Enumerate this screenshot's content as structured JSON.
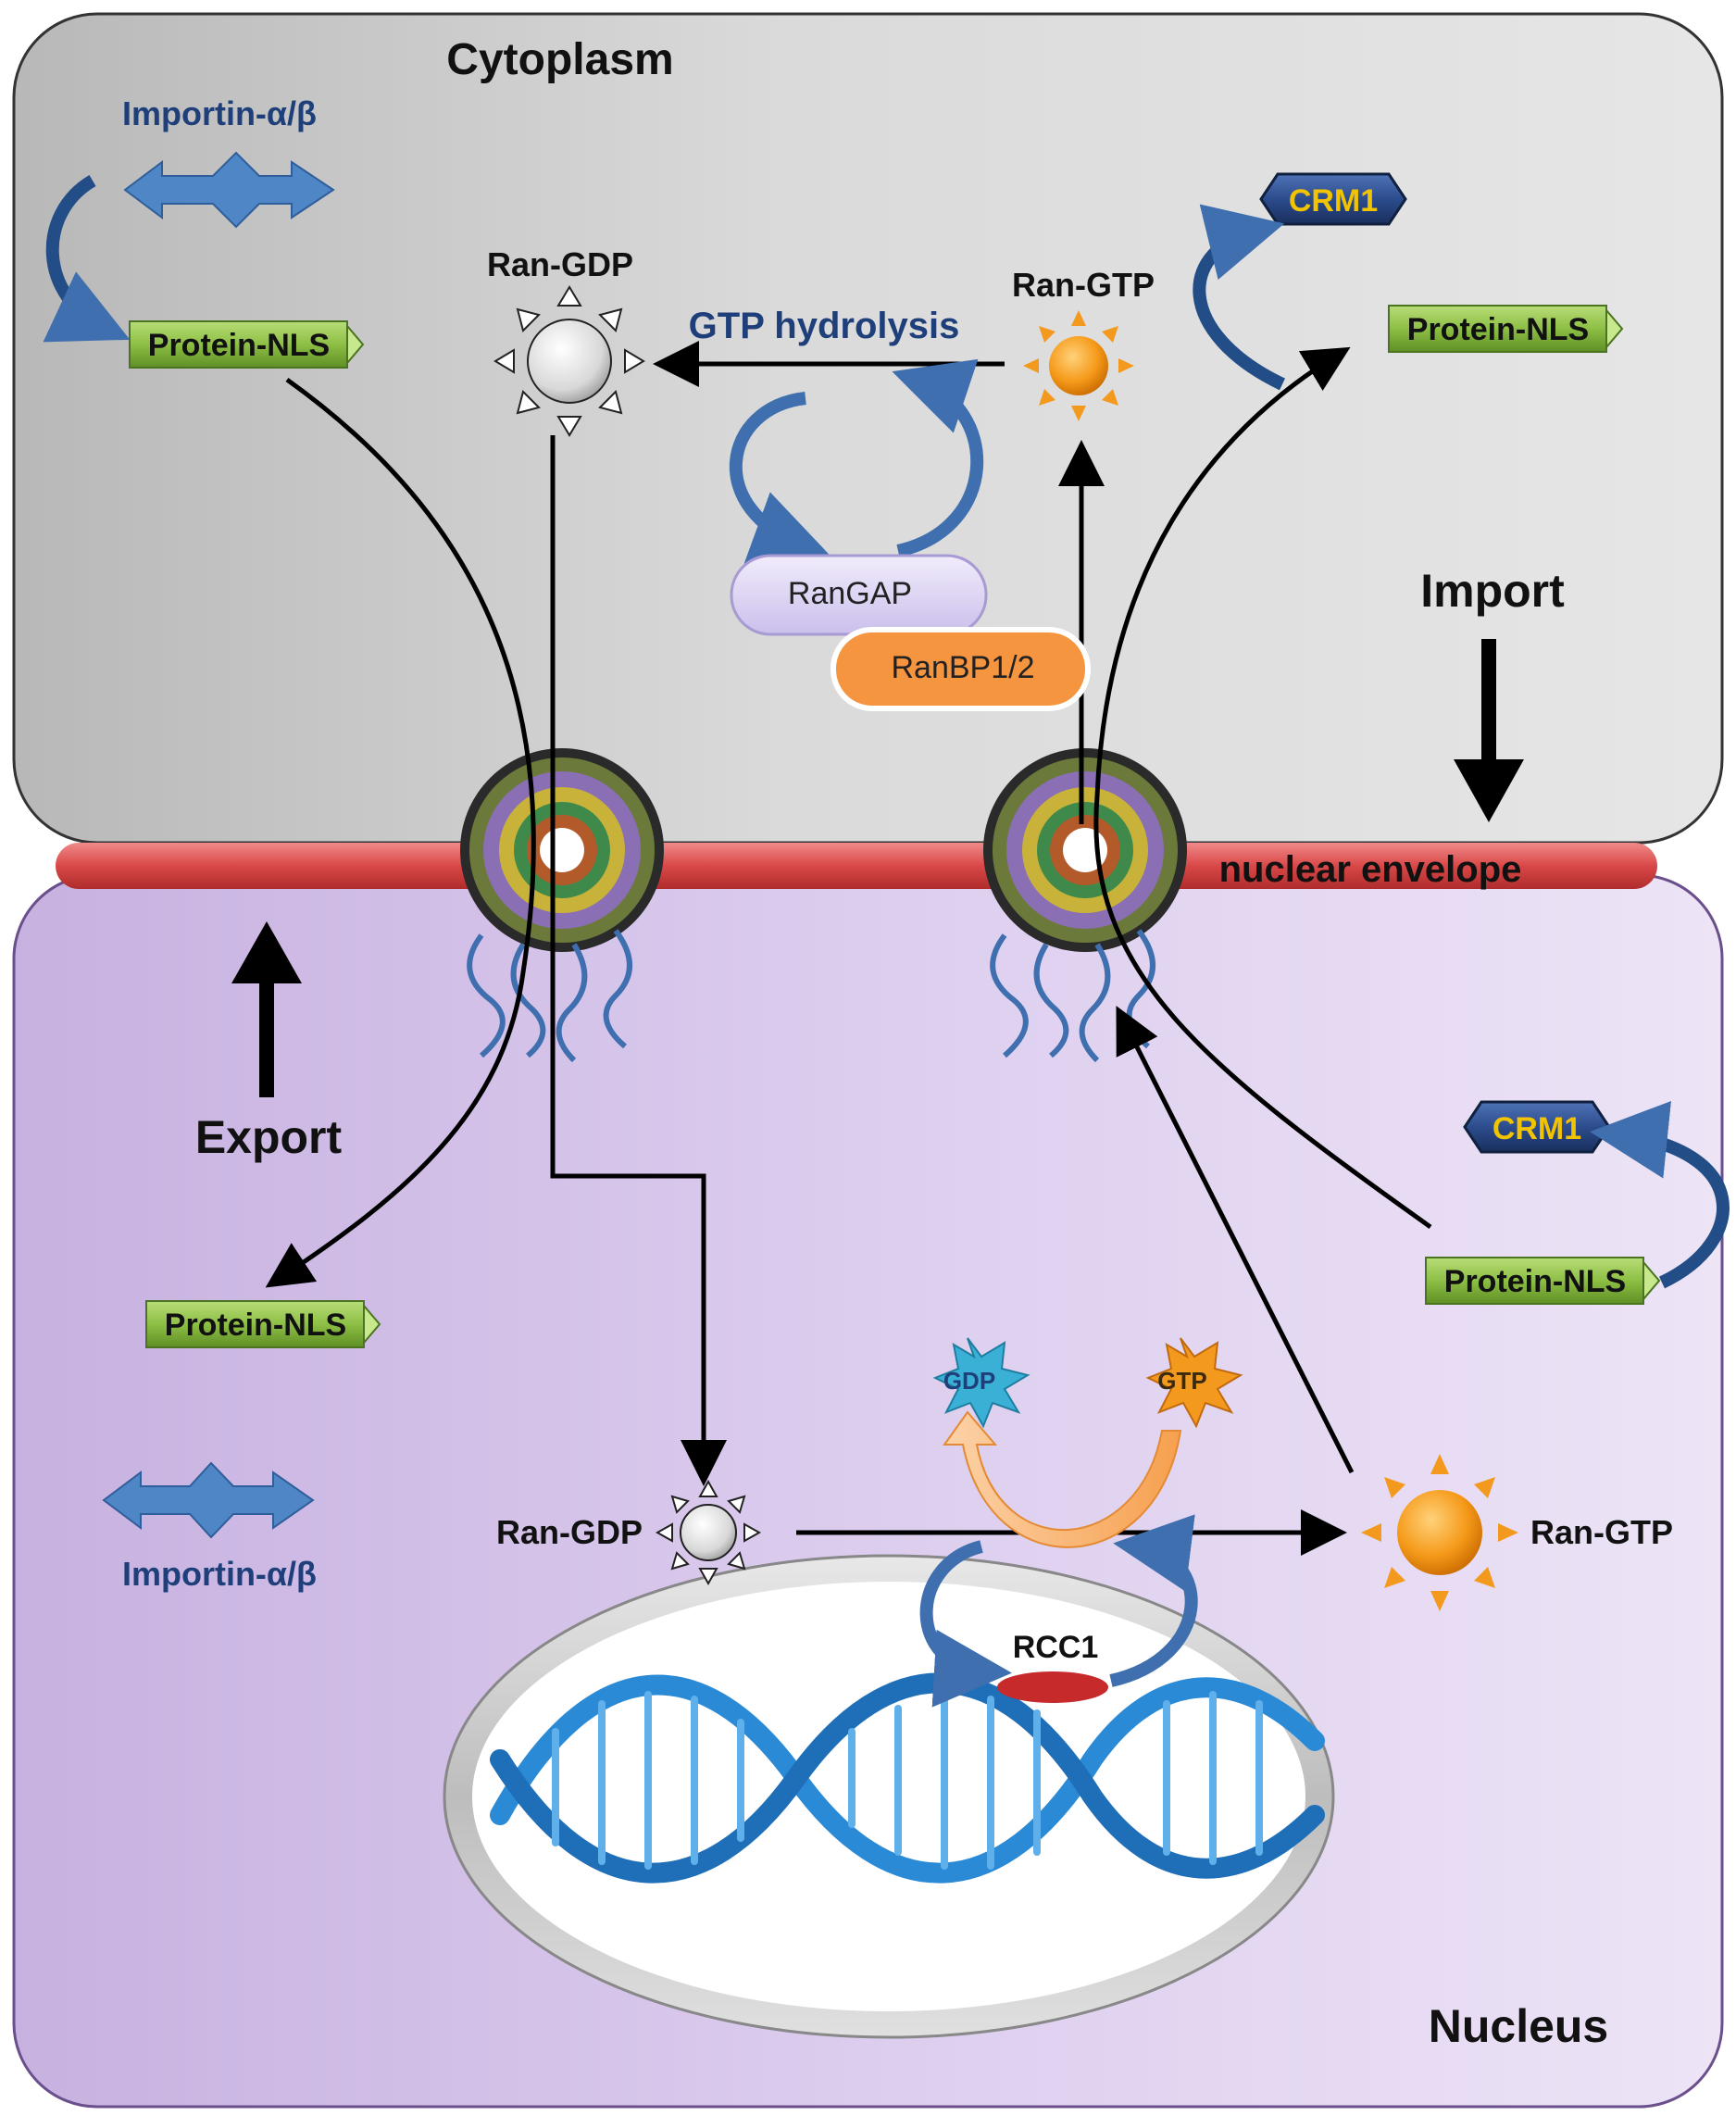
{
  "regions": {
    "cytoplasm": "Cytoplasm",
    "nucleus": "Nucleus",
    "nuclear_envelope": "nuclear envelope"
  },
  "directions": {
    "import": "Import",
    "export": "Export"
  },
  "labels": {
    "importin_top": "Importin-α/β",
    "importin_bottom": "Importin-α/β",
    "protein_nls_top_left": "Protein-NLS",
    "protein_nls_top_right": "Protein-NLS",
    "protein_nls_bottom_left": "Protein-NLS",
    "protein_nls_bottom_right": "Protein-NLS",
    "crm1_top": "CRM1",
    "crm1_bottom": "CRM1",
    "ran_gdp_top": "Ran-GDP",
    "ran_gtp_top": "Ran-GTP",
    "ran_gdp_bottom": "Ran-GDP",
    "ran_gtp_bottom": "Ran-GTP",
    "gtp_hydrolysis": "GTP hydrolysis",
    "rangap": "RanGAP",
    "ranbp": "RanBP1/2",
    "gdp": "GDP",
    "gtp": "GTP",
    "rcc1": "RCC1"
  },
  "colors": {
    "cytoplasm_fill": "#d6d6d6",
    "nucleus_fill": "#d9c8e8",
    "envelope": "#e05a5a",
    "protein_nls": "#8fc04a",
    "crm1": "#2d4f8f",
    "crm1_text": "#f2c300",
    "importin": "#4f86c6",
    "ran_gtp": "#f39a1e",
    "ran_gdp": "#e8e8e8",
    "cycle_arrow": "#3f6fae",
    "rangap": "#d7cdf0",
    "ranbp": "#f6953f",
    "gdp_burst": "#3ab0d6",
    "gtp_burst": "#f39a1e",
    "rcc1": "#c72a2a",
    "dna": "#2a8ad6",
    "label_blue": "#1f3f7a"
  }
}
